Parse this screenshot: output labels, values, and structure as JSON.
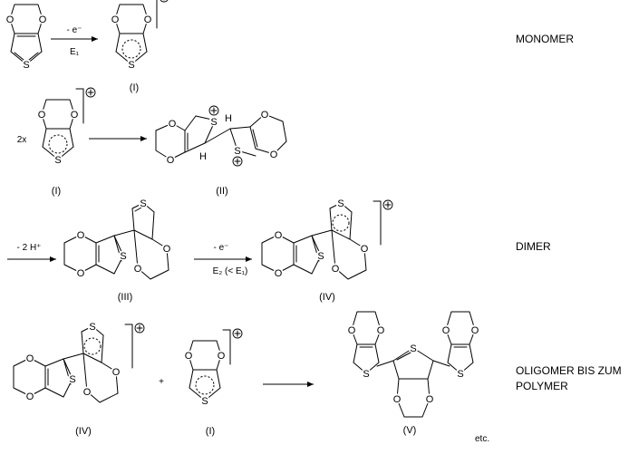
{
  "stages": {
    "monomer": "MONOMER",
    "dimer": "DIMER",
    "oligomer_line1": "OLIGOMER BIS ZUM",
    "oligomer_line2": "POLYMER"
  },
  "compounds": {
    "c_I_a": "(I)",
    "c_I_b": "(I)",
    "c_II": "(II)",
    "c_III": "(III)",
    "c_IV_a": "(IV)",
    "c_IV_b": "(IV)",
    "c_I_c": "(I)",
    "c_V": "(V)"
  },
  "conditions": {
    "step1_top": "- e⁻",
    "step1_bottom": "E₁",
    "step2_coeff": "2x",
    "step3_top": "- 2 H⁺",
    "step4_top": "- e⁻",
    "step4_bottom": "E₂ (< E₁)",
    "plus": "+",
    "etc": "etc."
  },
  "atoms": {
    "O": "O",
    "S": "S",
    "H": "H",
    "charge": "+"
  }
}
